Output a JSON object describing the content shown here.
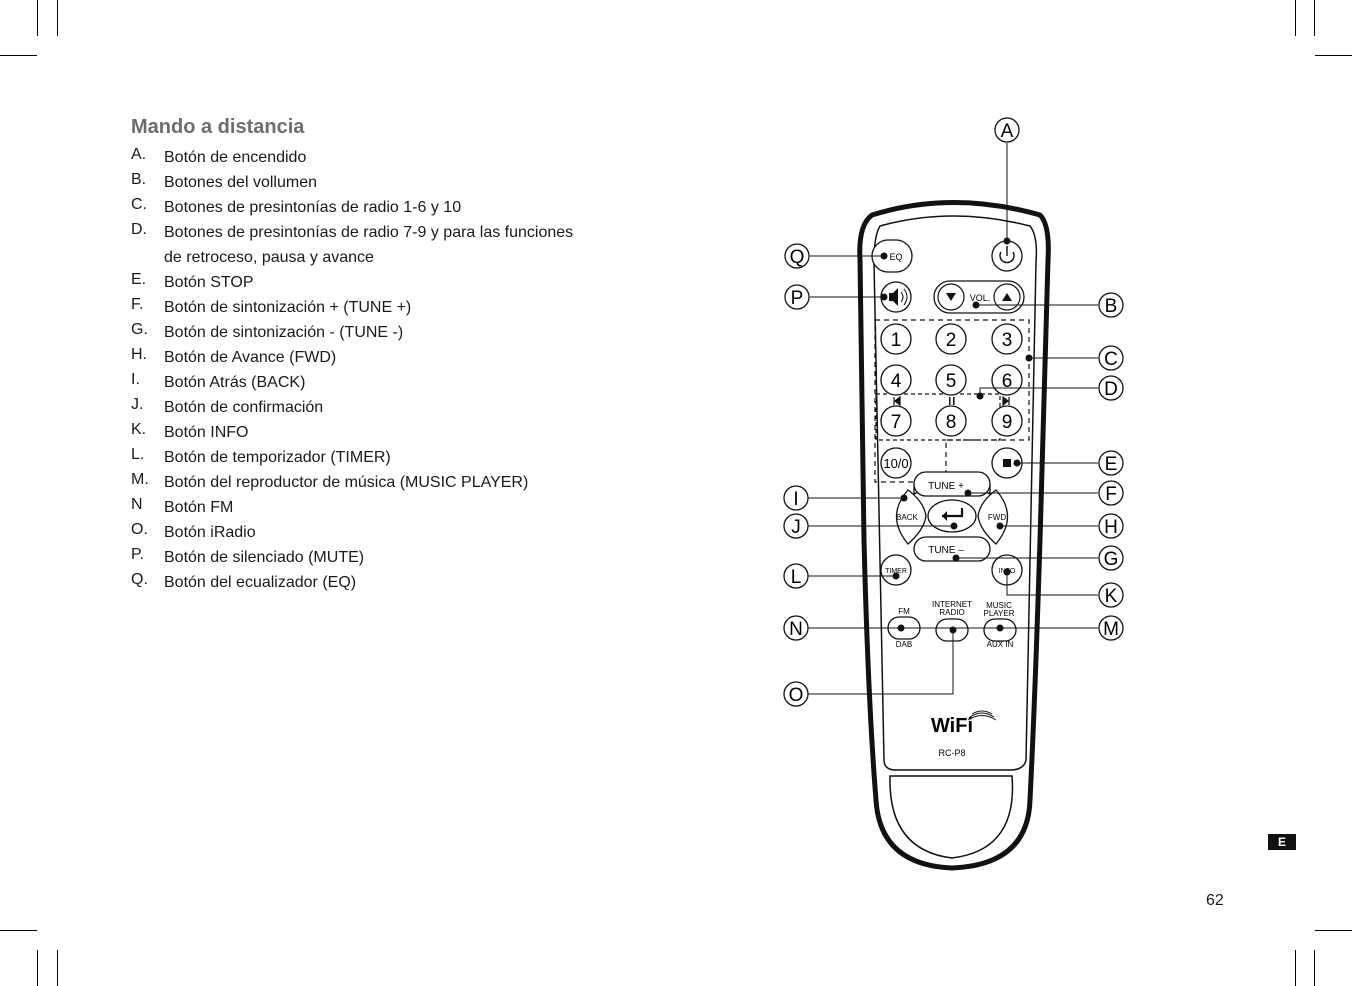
{
  "section": {
    "title": "Mando a distancia",
    "items": [
      {
        "letter": "A.",
        "text": "Botón de encendido"
      },
      {
        "letter": "B.",
        "text": "Botones del vollumen"
      },
      {
        "letter": "C.",
        "text": "Botones de presintonías de radio 1-6 y 10"
      },
      {
        "letter": "D.",
        "text": "Botones de presintonías de radio 7-9 y para las funciones"
      },
      {
        "letter": "",
        "text": "de retroceso, pausa y avance"
      },
      {
        "letter": "E.",
        "text": "Botón STOP"
      },
      {
        "letter": "F.",
        "text": "Botón de sintonización + (TUNE +)"
      },
      {
        "letter": "G.",
        "text": "Botón de sintonización - (TUNE -)"
      },
      {
        "letter": "H.",
        "text": "Botón de Avance (FWD)"
      },
      {
        "letter": "I.",
        "text": "Botón Atrás (BACK)"
      },
      {
        "letter": "J.",
        "text": "Botón de confirmación"
      },
      {
        "letter": "K.",
        "text": "Botón INFO"
      },
      {
        "letter": "L.",
        "text": "Botón de temporizador (TIMER)"
      },
      {
        "letter": "M.",
        "text": "Botón del reproductor de música (MUSIC PLAYER)"
      },
      {
        "letter": "N",
        "text": "Botón FM"
      },
      {
        "letter": "O.",
        "text": "Botón iRadio"
      },
      {
        "letter": "P.",
        "text": "Botón de silenciado (MUTE)"
      },
      {
        "letter": "Q.",
        "text": "Botón del ecualizador (EQ)"
      }
    ]
  },
  "remote": {
    "buttons": {
      "eq": "EQ",
      "vol": "VOL.",
      "digits": [
        "1",
        "2",
        "3",
        "4",
        "5",
        "6",
        "7",
        "8",
        "9"
      ],
      "ten": "10/0",
      "tune_plus": "TUNE +",
      "tune_minus": "TUNE –",
      "back": "BACK",
      "fwd": "FWD",
      "timer": "TIMER",
      "info": "INFO",
      "fm": "FM",
      "dab": "DAB",
      "internet_radio_1": "INTERNET",
      "internet_radio_2": "RADIO",
      "music_player_1": "MUSIC",
      "music_player_2": "PLAYER",
      "aux_in": "AUX IN"
    },
    "brand": "WiFi",
    "model": "RC-P8",
    "callouts": {
      "A": "A",
      "B": "B",
      "C": "C",
      "D": "D",
      "E": "E",
      "F": "F",
      "G": "G",
      "H": "H",
      "I": "I",
      "J": "J",
      "K": "K",
      "L": "L",
      "M": "M",
      "N": "N",
      "O": "O",
      "P": "P",
      "Q": "Q"
    }
  },
  "footer": {
    "language_tag": "E",
    "page_number": "62"
  }
}
